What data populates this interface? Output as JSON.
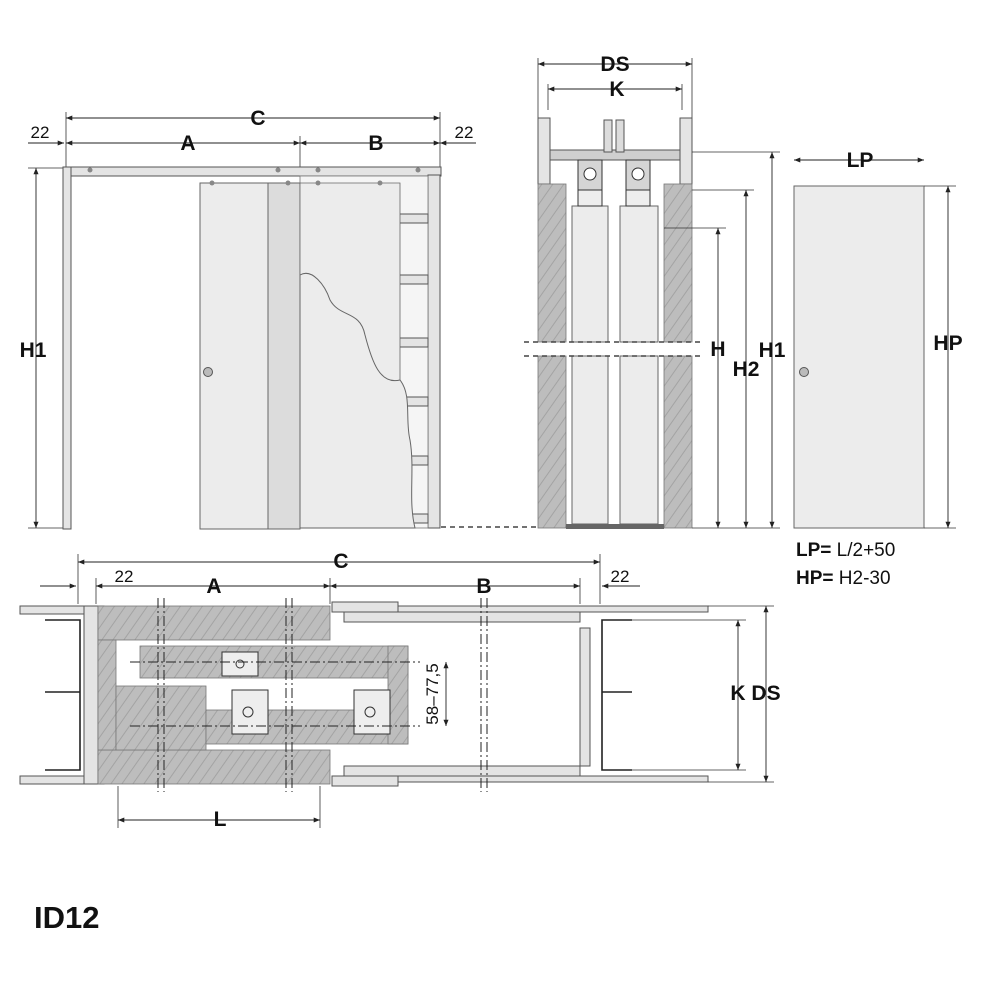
{
  "diagram_code": "ID12",
  "elevation": {
    "label_C": "C",
    "label_A": "A",
    "label_B": "B",
    "label_22_left": "22",
    "label_22_right": "22",
    "label_H1": "H1"
  },
  "section": {
    "label_DS": "DS",
    "label_K": "K",
    "label_H": "H",
    "label_H2": "H2",
    "label_H1": "H1"
  },
  "door_panel": {
    "label_LP": "LP",
    "label_HP": "HP",
    "formula_LP_key": "LP=",
    "formula_LP_val": " L/2+50",
    "formula_HP_key": "HP=",
    "formula_HP_val": " H2-30"
  },
  "plan": {
    "label_C": "C",
    "label_A": "A",
    "label_B": "B",
    "label_22_left": "22",
    "label_22_right": "22",
    "label_offset": "58–77,5",
    "label_L": "L",
    "label_K": "K",
    "label_DS": "DS"
  }
}
